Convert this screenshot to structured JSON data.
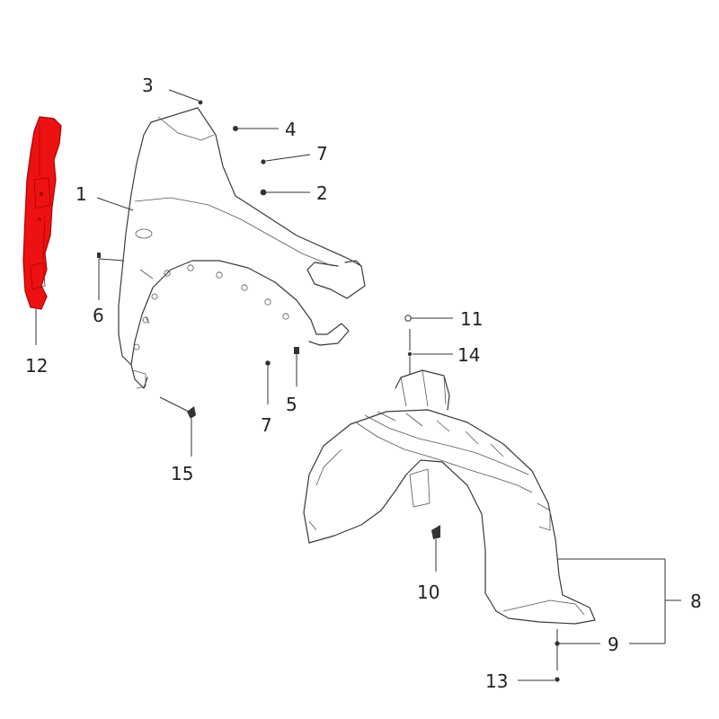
{
  "diagram": {
    "callouts": [
      {
        "id": "1",
        "label": "1"
      },
      {
        "id": "2",
        "label": "2"
      },
      {
        "id": "3",
        "label": "3"
      },
      {
        "id": "4",
        "label": "4"
      },
      {
        "id": "5",
        "label": "5"
      },
      {
        "id": "6",
        "label": "6"
      },
      {
        "id": "7a",
        "label": "7"
      },
      {
        "id": "7b",
        "label": "7"
      },
      {
        "id": "8",
        "label": "8"
      },
      {
        "id": "9",
        "label": "9"
      },
      {
        "id": "10",
        "label": "10"
      },
      {
        "id": "11",
        "label": "11"
      },
      {
        "id": "12",
        "label": "12"
      },
      {
        "id": "13",
        "label": "13"
      },
      {
        "id": "14",
        "label": "14"
      },
      {
        "id": "15",
        "label": "15"
      }
    ],
    "colors": {
      "highlight": "#ee1111",
      "line": "#3a3a3a",
      "background": "#ffffff"
    }
  }
}
